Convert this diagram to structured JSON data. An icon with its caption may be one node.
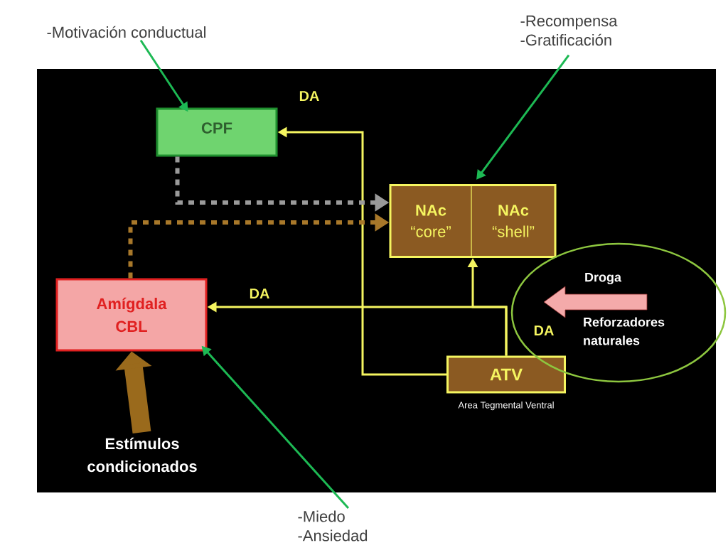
{
  "diagram": {
    "nodes": [
      {
        "text": [
          "-Motivación conductual"
        ]
      },
      {
        "text": [
          "-Recompensa",
          "-Gratificación"
        ]
      },
      {
        "text": [
          "CPF"
        ]
      },
      {
        "text": [],
        "shape": "box"
      },
      {
        "text": [
          "NAc",
          "“core”"
        ],
        "in": 3
      },
      {
        "text": [
          "NAc",
          "“shell”"
        ],
        "in": 3
      },
      {
        "text": [
          "Amígdala CBL"
        ]
      },
      {
        "text": [
          "ATV"
        ],
        "beside": [
          "Area Tegmental Ventral"
        ]
      },
      {
        "text": [
          "Estímulos condicionados"
        ]
      },
      {
        "text": [
          "-Miedo",
          "-Ansiedad"
        ]
      },
      {
        "text": [
          "Droga",
          "Reforzadores naturales"
        ]
      }
    ],
    "edges": [
      {
        "from": 0,
        "to": 2,
        "arrow": "to",
        "color": "#1db954"
      },
      {
        "from": 1,
        "to": 3,
        "arrow": "to",
        "color": "#1db954"
      },
      {
        "from": 9,
        "to": 6,
        "arrow": "to",
        "color": "#1db954"
      },
      {
        "from": 7,
        "to": 2,
        "arrow": "to",
        "color": "#f5f560"
      },
      {
        "from": 7,
        "to": 6,
        "arrow": "to",
        "color": "#f5f560"
      },
      {
        "from": 7,
        "to": 3,
        "arrow": "to",
        "color": "#f5f560"
      },
      {
        "from": 2,
        "to": 3,
        "arrow": "to",
        "style": "dashed",
        "color": "#9a9a9a"
      },
      {
        "from": 6,
        "to": 3,
        "arrow": "to",
        "style": "dashed",
        "color": "#a8782a"
      },
      {
        "from": 8,
        "to": 6,
        "arrow": "to",
        "style": "thick",
        "color": "#9a6a1c"
      }
    ],
    "labels": [
      "DA",
      "DA",
      "DA"
    ]
  }
}
